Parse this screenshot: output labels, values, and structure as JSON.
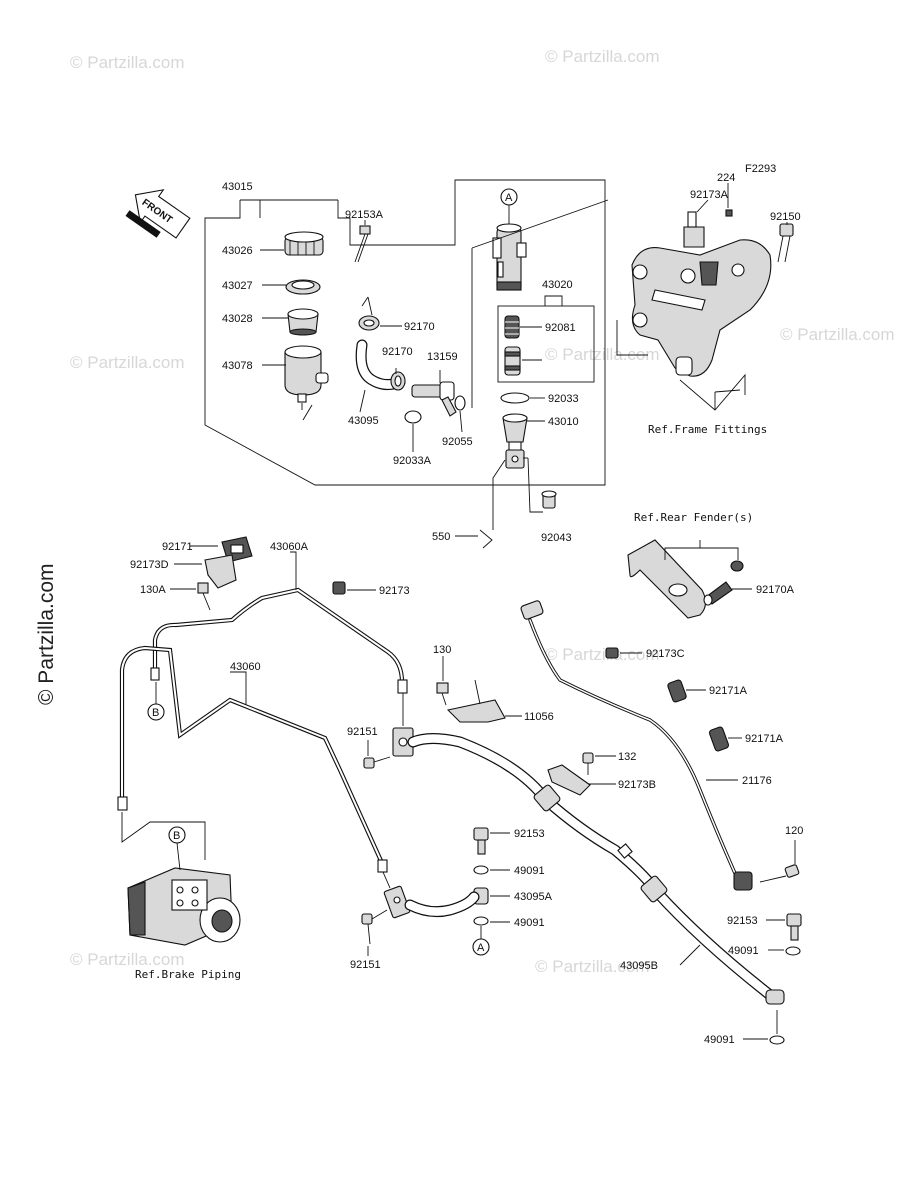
{
  "diagram_code": "F2293",
  "watermarks": {
    "brand": "© Partzilla.com",
    "brand_large": "© Partzilla.com"
  },
  "front_arrow": "FRONT",
  "connectors": {
    "A": "A",
    "B": "B"
  },
  "refs": {
    "frame_fittings": "Ref.Frame Fittings",
    "rear_fender": "Ref.Rear Fender(s)",
    "brake_piping": "Ref.Brake Piping"
  },
  "parts": {
    "p43015": "43015",
    "p43026": "43026",
    "p43027": "43027",
    "p43028": "43028",
    "p43078": "43078",
    "p92153A": "92153A",
    "p92170_a": "92170",
    "p92170_b": "92170",
    "p13159": "13159",
    "p43095": "43095",
    "p92033A": "92033A",
    "p92055": "92055",
    "p43020": "43020",
    "p92081": "92081",
    "p92033": "92033",
    "p43010": "43010",
    "p550": "550",
    "p92043": "92043",
    "p92173A": "92173A",
    "p224": "224",
    "p92150": "92150",
    "p92171": "92171",
    "p92173D": "92173D",
    "p43060A": "43060A",
    "p130A": "130A",
    "p92173": "92173",
    "p92170A": "92170A",
    "p92173C": "92173C",
    "p130": "130",
    "p11056": "11056",
    "p92171A_a": "92171A",
    "p92171A_b": "92171A",
    "p43060": "43060",
    "p92151_a": "92151",
    "p132": "132",
    "p92173B": "92173B",
    "p21176": "21176",
    "p92153_a": "92153",
    "p49091_a": "49091",
    "p43095A": "43095A",
    "p49091_b": "49091",
    "p92151_b": "92151",
    "p120": "120",
    "p92153_b": "92153",
    "p49091_c": "49091",
    "p43095B": "43095B",
    "p49091_d": "49091"
  }
}
